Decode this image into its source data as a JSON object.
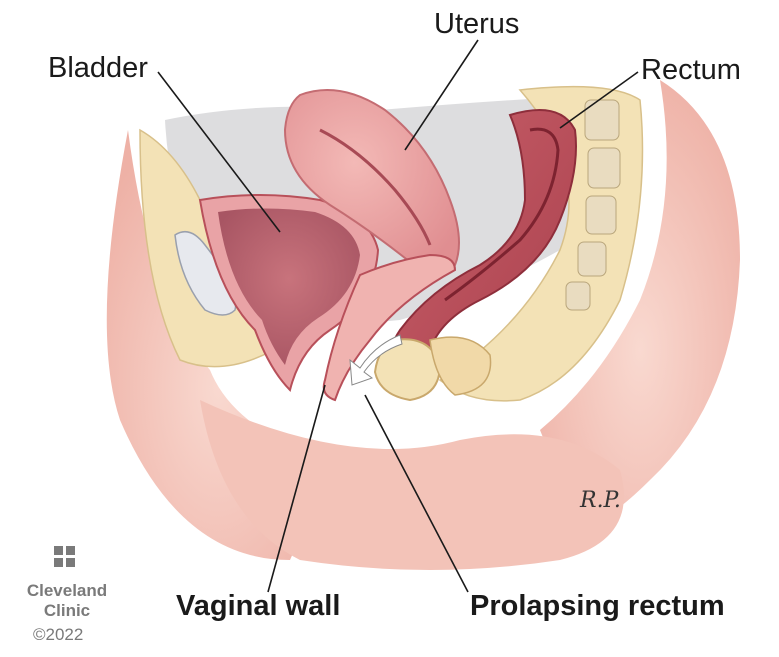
{
  "labels": {
    "bladder": "Bladder",
    "uterus": "Uterus",
    "rectum": "Rectum",
    "vaginal_wall": "Vaginal wall",
    "prolapsing_rectum": "Prolapsing rectum"
  },
  "branding": {
    "line1": "Cleveland",
    "line2": "Clinic",
    "copyright": "©2022",
    "signature": "R.P."
  },
  "colors": {
    "skin": "#f4c6bc",
    "tissue": "#e8a1a0",
    "deep_red": "#b8505a",
    "fat": "#f3e2b6",
    "bone": "#e9dcc0",
    "logo_grey": "#7a7a7a"
  }
}
